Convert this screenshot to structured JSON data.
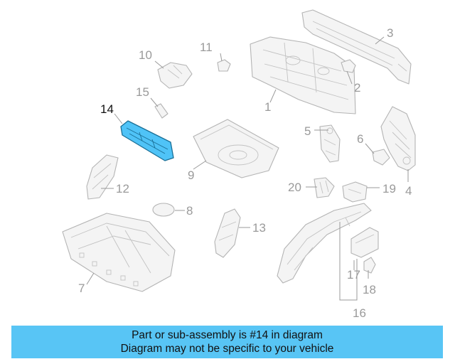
{
  "callouts": {
    "c1": "1",
    "c2": "2",
    "c3": "3",
    "c4": "4",
    "c5": "5",
    "c6": "6",
    "c7": "7",
    "c8": "8",
    "c9": "9",
    "c10": "10",
    "c11": "11",
    "c12": "12",
    "c13": "13",
    "c14": "14",
    "c15": "15",
    "c16": "16",
    "c17": "17",
    "c18": "18",
    "c19": "19",
    "c20": "20"
  },
  "highlight": {
    "part": "14",
    "color": "#4fc3f7"
  },
  "banner": {
    "line1": "Part or sub-assembly is #14 in diagram",
    "line2": "Diagram may not be specific to your vehicle",
    "color": "#58c5f5"
  }
}
